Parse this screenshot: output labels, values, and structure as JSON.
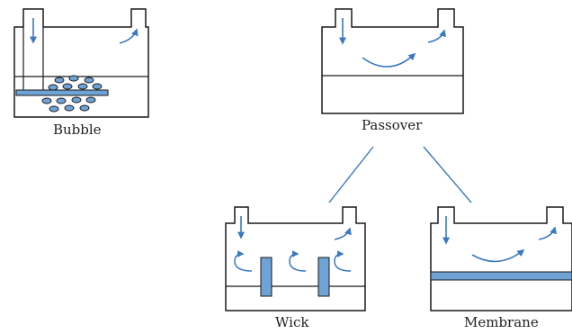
{
  "labels": {
    "bubble": "Bubble",
    "passover": "Passover",
    "wick": "Wick",
    "membrane": "Membrane"
  },
  "colors": {
    "outline": "#1a1a1a",
    "water": "#6fa3d6",
    "arrow": "#3a78c2",
    "connector": "#3a78c2"
  }
}
